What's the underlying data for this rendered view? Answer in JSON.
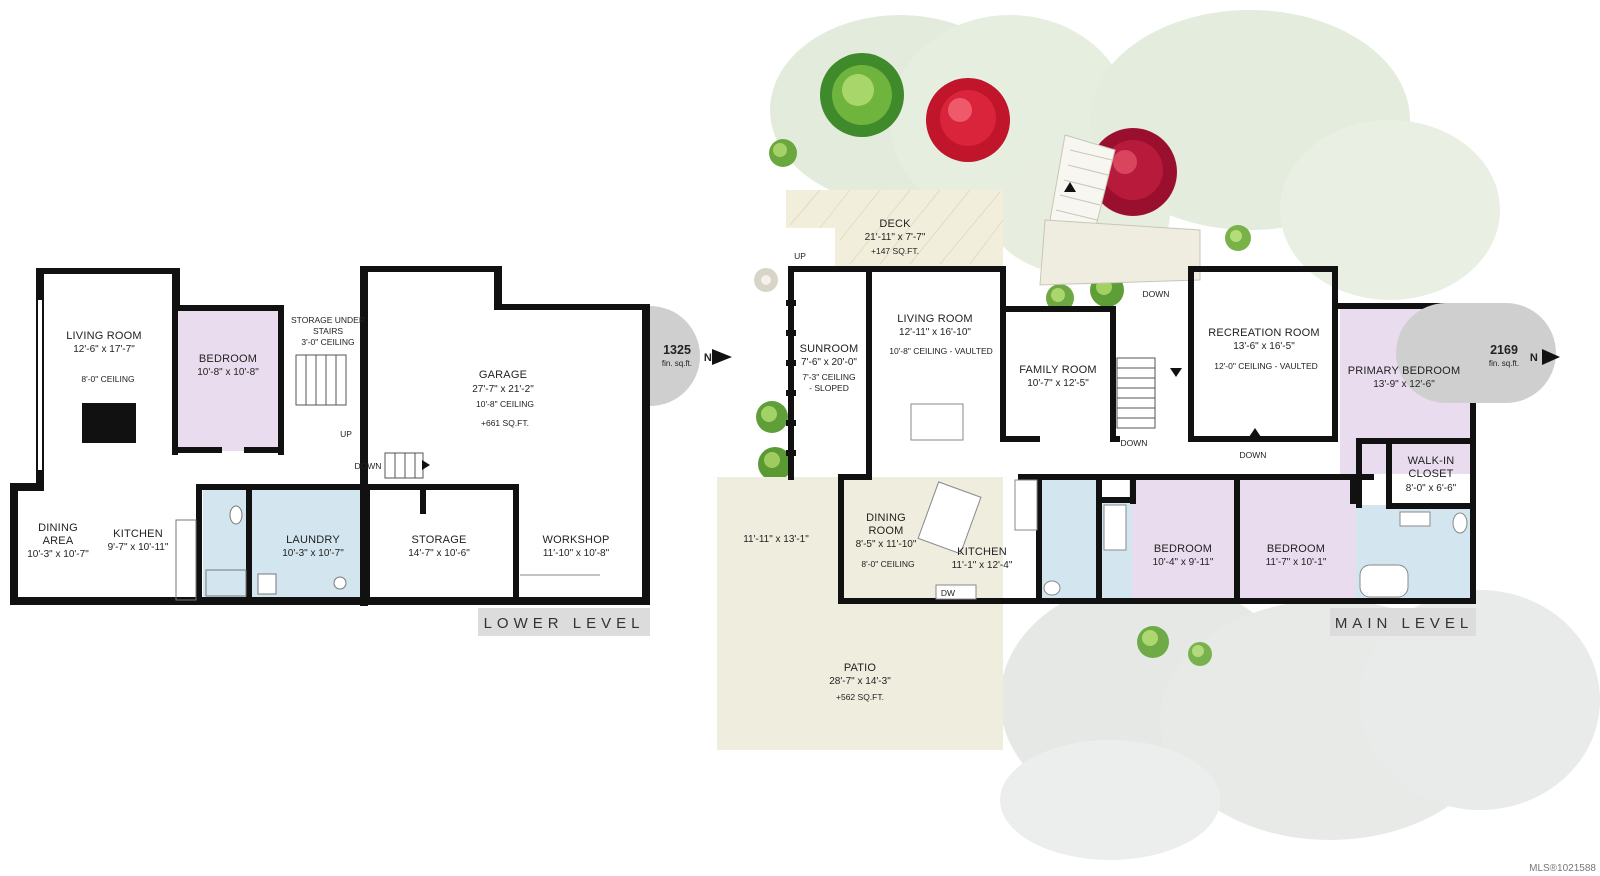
{
  "lower_level": {
    "label": "LOWER LEVEL",
    "area": "1325",
    "area_unit": "fin. sq.ft.",
    "north": "N",
    "rooms": {
      "living": {
        "name": "LIVING ROOM",
        "dim": "12'-6\" x 17'-7\"",
        "note": "8'-0\" CEILING"
      },
      "bedroom": {
        "name": "BEDROOM",
        "dim": "10'-8\" x 10'-8\""
      },
      "storage_stairs": {
        "name1": "STORAGE UNDER",
        "name2": "STAIRS",
        "note": "3'-0\" CEILING"
      },
      "garage": {
        "name": "GARAGE",
        "dim": "27'-7\" x 21'-2\"",
        "note": "10'-8\" CEILING",
        "area": "+661 SQ.FT."
      },
      "dining": {
        "name1": "DINING",
        "name2": "AREA",
        "dim": "10'-3\" x 10'-7\""
      },
      "kitchen": {
        "name": "KITCHEN",
        "dim": "9'-7\" x 10'-11\""
      },
      "laundry": {
        "name": "LAUNDRY",
        "dim": "10'-3\" x 10'-7\""
      },
      "storage": {
        "name": "STORAGE",
        "dim": "14'-7\" x 10'-6\""
      },
      "workshop": {
        "name": "WORKSHOP",
        "dim": "11'-10\" x 10'-8\""
      }
    },
    "stairs": {
      "up": "UP",
      "down": "DOWN"
    }
  },
  "main_level": {
    "label": "MAIN LEVEL",
    "area": "2169",
    "area_unit": "fin. sq.ft.",
    "north": "N",
    "rooms": {
      "deck": {
        "name": "DECK",
        "dim": "21'-11\" x 7'-7\"",
        "area": "+147 SQ.FT."
      },
      "sunroom": {
        "name": "SUNROOM",
        "dim": "7'-6\" x 20'-0\"",
        "note1": "7'-3\" CEILING",
        "note2": "- SLOPED"
      },
      "living": {
        "name": "LIVING ROOM",
        "dim": "12'-11\" x 16'-10\"",
        "note": "10'-8\" CEILING - VAULTED"
      },
      "family": {
        "name": "FAMILY ROOM",
        "dim": "10'-7\" x 12'-5\""
      },
      "recreation": {
        "name": "RECREATION ROOM",
        "dim": "13'-6\" x 16'-5\"",
        "note": "12'-0\" CEILING - VAULTED"
      },
      "primary": {
        "name": "PRIMARY BEDROOM",
        "dim": "13'-9\" x 12'-6\""
      },
      "walkin": {
        "name1": "WALK-IN",
        "name2": "CLOSET",
        "dim": "8'-0\" x 6'-6\""
      },
      "dining": {
        "name1": "DINING",
        "name2": "ROOM",
        "dim": "8'-5\" x 11'-10\"",
        "note": "8'-0\" CEILING"
      },
      "kitchen": {
        "name": "KITCHEN",
        "dim": "11'-1\" x 12'-4\"",
        "dw": "DW"
      },
      "bedroom1": {
        "name": "BEDROOM",
        "dim": "10'-4\" x 9'-11\""
      },
      "bedroom2": {
        "name": "BEDROOM",
        "dim": "11'-7\" x 10'-1\""
      },
      "patio": {
        "name": "PATIO",
        "dim": "28'-7\" x 14'-3\"",
        "area": "+562 SQ.FT.",
        "sub": "11'-11\" x 13'-1\""
      }
    },
    "stairs": {
      "up": "UP",
      "down1": "DOWN",
      "down2": "DOWN",
      "down3": "DOWN"
    }
  },
  "mls": "MLS®1021588",
  "colors": {
    "bedroom": "#e9dcee",
    "bath": "#d3e6ef",
    "deck": "#f1eedc",
    "patio": "#efedde",
    "grass": "#dfe8d6",
    "wall": "#111111"
  }
}
